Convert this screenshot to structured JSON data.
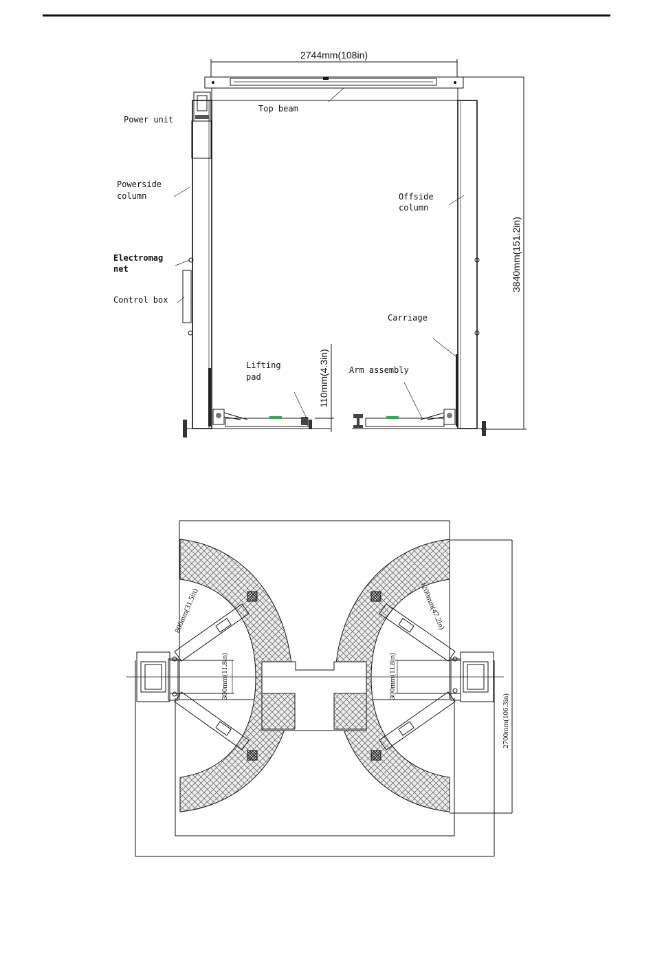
{
  "front_view": {
    "width_dim": "2744mm(108in)",
    "height_dim": "3840mm(151.2in)",
    "pad_height_dim": "110mm(4.3in)",
    "labels": {
      "top_beam": "Top beam",
      "power_unit": "Power unit",
      "powerside_line1": "Powerside",
      "powerside_line2": "column",
      "offside_line1": "Offside",
      "offside_line2": "column",
      "electromag_line1": "Electromag",
      "electromag_line2": "net",
      "control_box": "Control box",
      "carriage": "Carriage",
      "lifting_line1": "Lifting",
      "lifting_line2": "pad",
      "arm_assembly": "Arm assembly"
    },
    "pad_color": "#22b14c"
  },
  "plan_view": {
    "dim_800": "800mm(31.5in)",
    "dim_1200": "1200mm(47.2in)",
    "dim_300_left": "300mm(11.8in)",
    "dim_300_right": "300mm(11.8in)",
    "dim_2700": "2700mm(106.3in)"
  }
}
